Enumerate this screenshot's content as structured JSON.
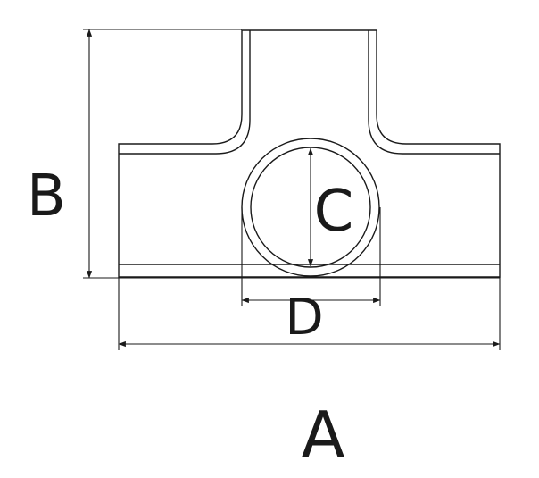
{
  "labels": {
    "a": "A",
    "b": "B",
    "c": "C",
    "d": "D"
  },
  "colors": {
    "stroke": "#1a1a1a",
    "background": "#ffffff"
  }
}
